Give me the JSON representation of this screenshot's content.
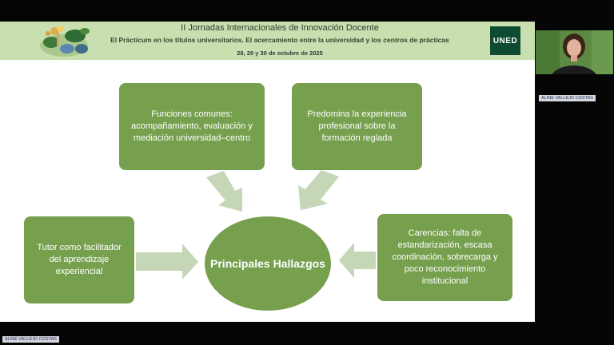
{
  "banner": {
    "title": "II Jornadas Internacionales de Innovación Docente",
    "subtitle": "El Prácticum en los títulos universitarios. El acercamiento entre la universidad y los centros de prácticas",
    "dates": "28, 29 y 30 de octubre de 2025",
    "logo_text": "UNED",
    "colors": {
      "banner": "#c9dfb0",
      "logo": "#0f4a33"
    }
  },
  "diagram": {
    "center": "Principales Hallazgos",
    "boxes": {
      "top_left": "Funciones comunes: acompañamiento, evaluación y mediación universidad–centro",
      "top_right": "Predomina la experiencia profesional sobre la formación reglada",
      "left": "Tutor como facilitador del aprendizaje experiencial",
      "right": "Carencias: falta de estandarización, escasa coordinación, sobrecarga y poco reconocimiento institucional"
    },
    "colors": {
      "box": "#76a04e",
      "arrow": "#c5d7b6"
    }
  },
  "participants": {
    "webcam_name": "ALINE VALLEJO COSTAS",
    "presenter_name": "ALINE VALLEJO COSTAS"
  }
}
